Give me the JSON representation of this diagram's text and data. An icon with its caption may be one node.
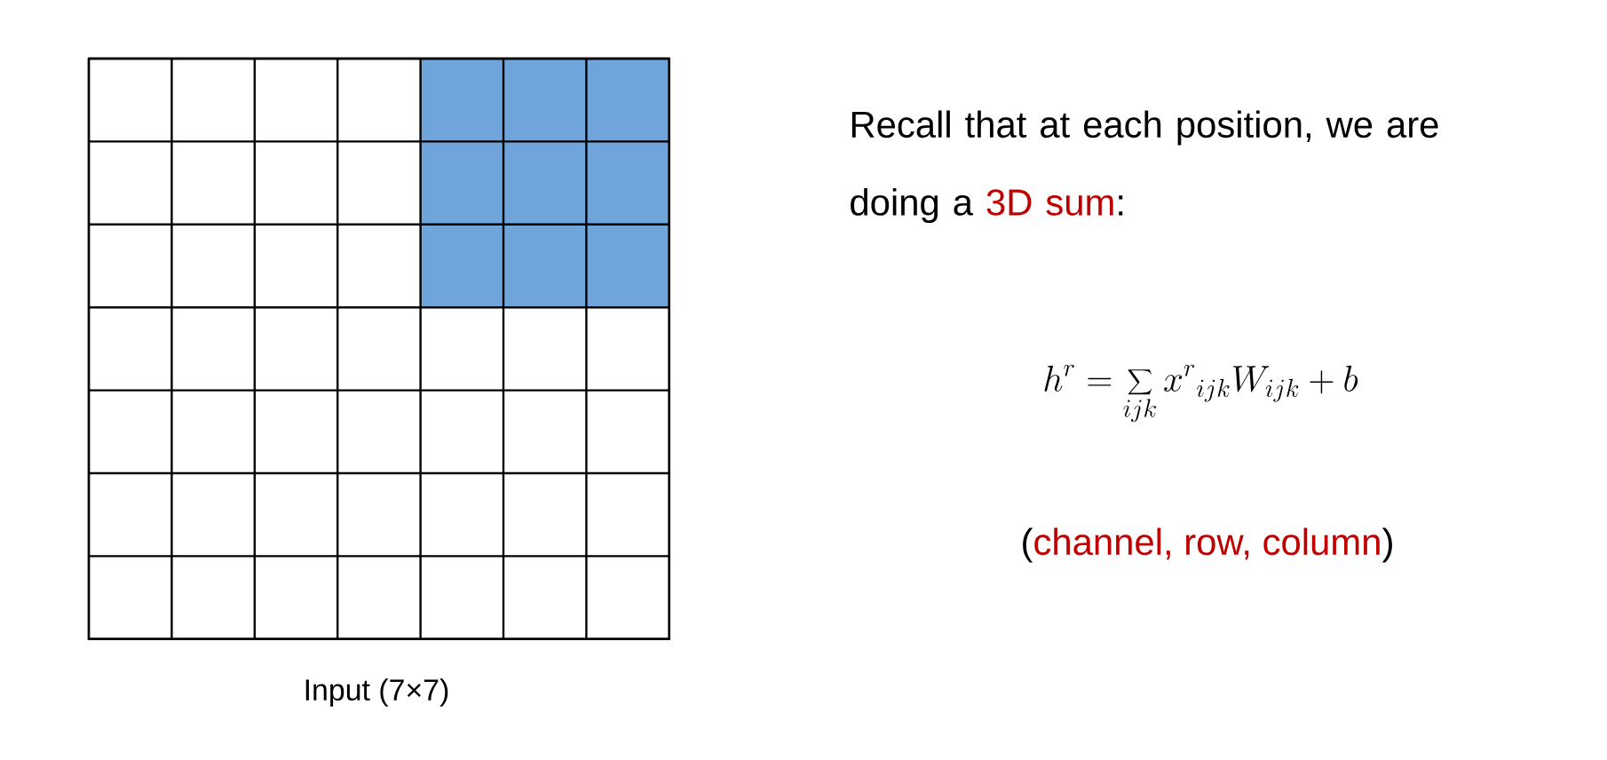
{
  "diagram": {
    "labels": [
      "Input (7×7)",
      "Recall that at each position, we are doing a ",
      "3D sum",
      ":",
      "h^r = \\sum_{ijk} {x^r}_{ijk} W_{ijk} + b",
      "(",
      "channel, row, column",
      ")"
    ]
  }
}
